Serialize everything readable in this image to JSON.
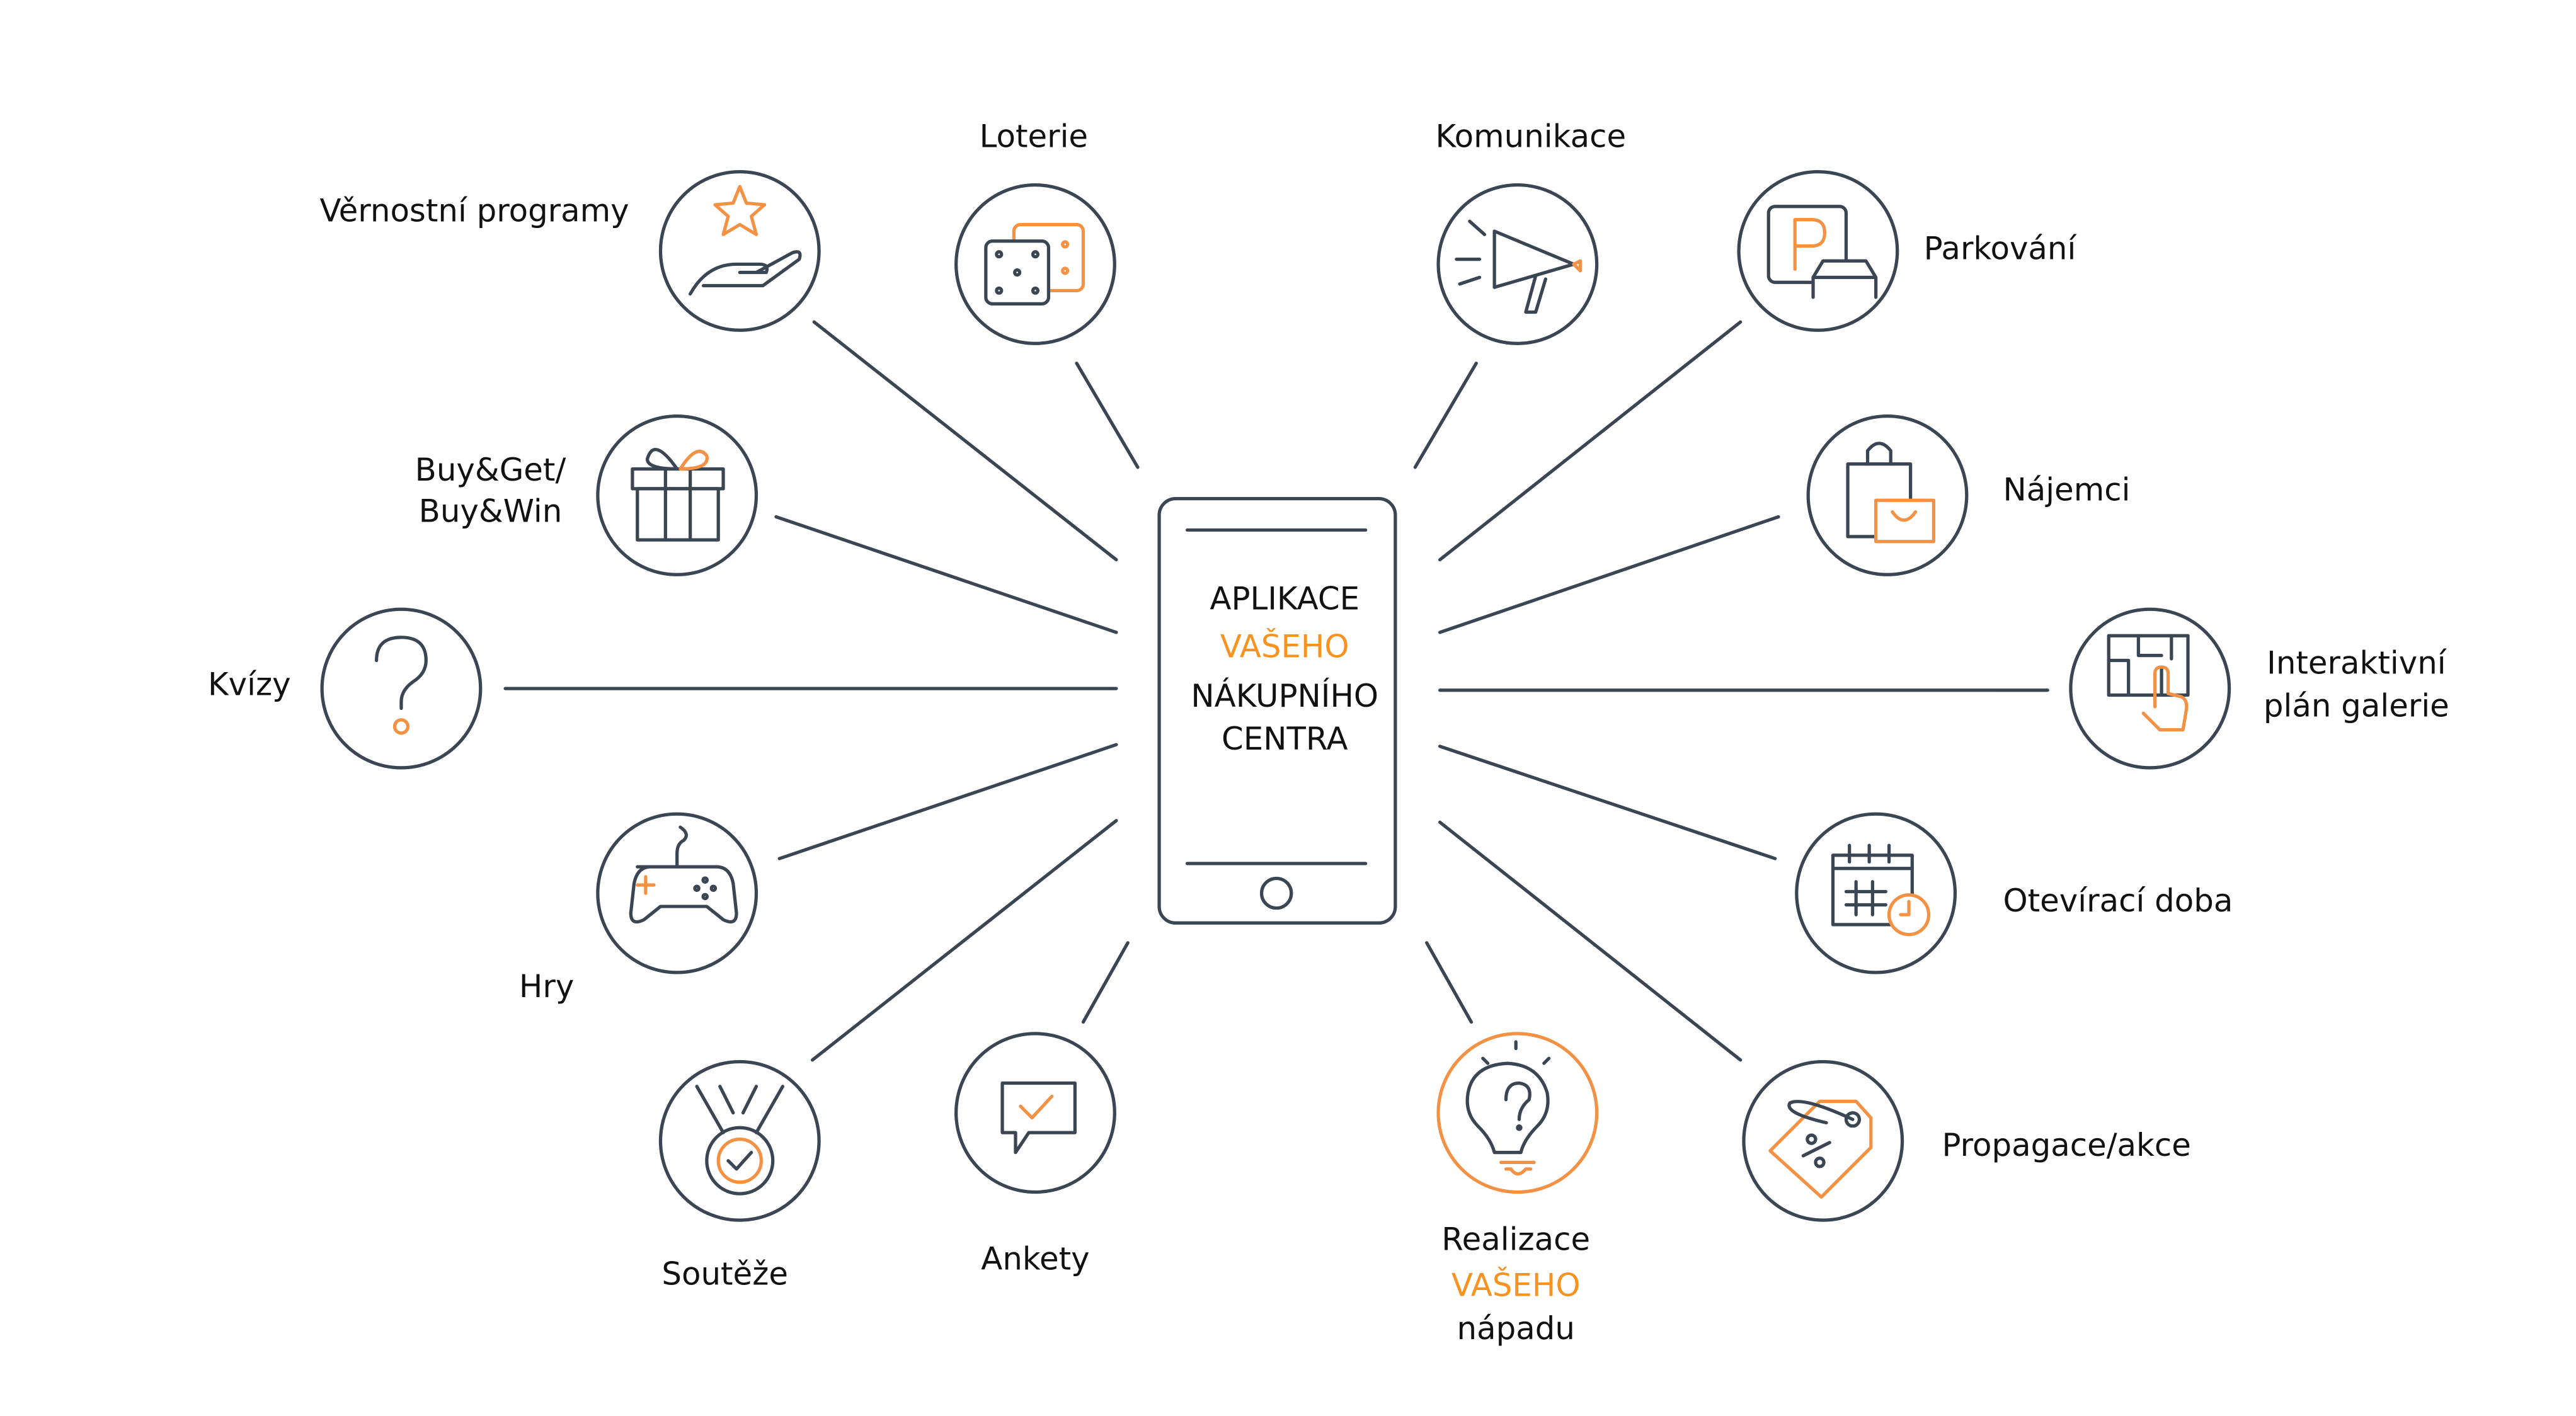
{
  "center": {
    "line1": "APLIKACE",
    "line2": "VAŠEHO",
    "line3": "NÁKUPNÍHO",
    "line4": "CENTRA"
  },
  "nodes": {
    "loyalty": "Věrnostní programy",
    "lottery": "Loterie",
    "communication": "Komunikace",
    "parking": "Parkování",
    "buyget1": "Buy&Get/",
    "buyget2": "Buy&Win",
    "tenants": "Nájemci",
    "quizzes": "Kvízy",
    "map1": "Interaktivní",
    "map2": "plán galerie",
    "games": "Hry",
    "hours": "Otevírací doba",
    "contests": "Soutěže",
    "polls": "Ankety",
    "idea1": "Realizace",
    "idea2": "VAŠEHO",
    "idea3": "nápadu",
    "promo": "Propagace/akce"
  },
  "colors": {
    "dark": "#3b4654",
    "accent": "#f39244"
  }
}
